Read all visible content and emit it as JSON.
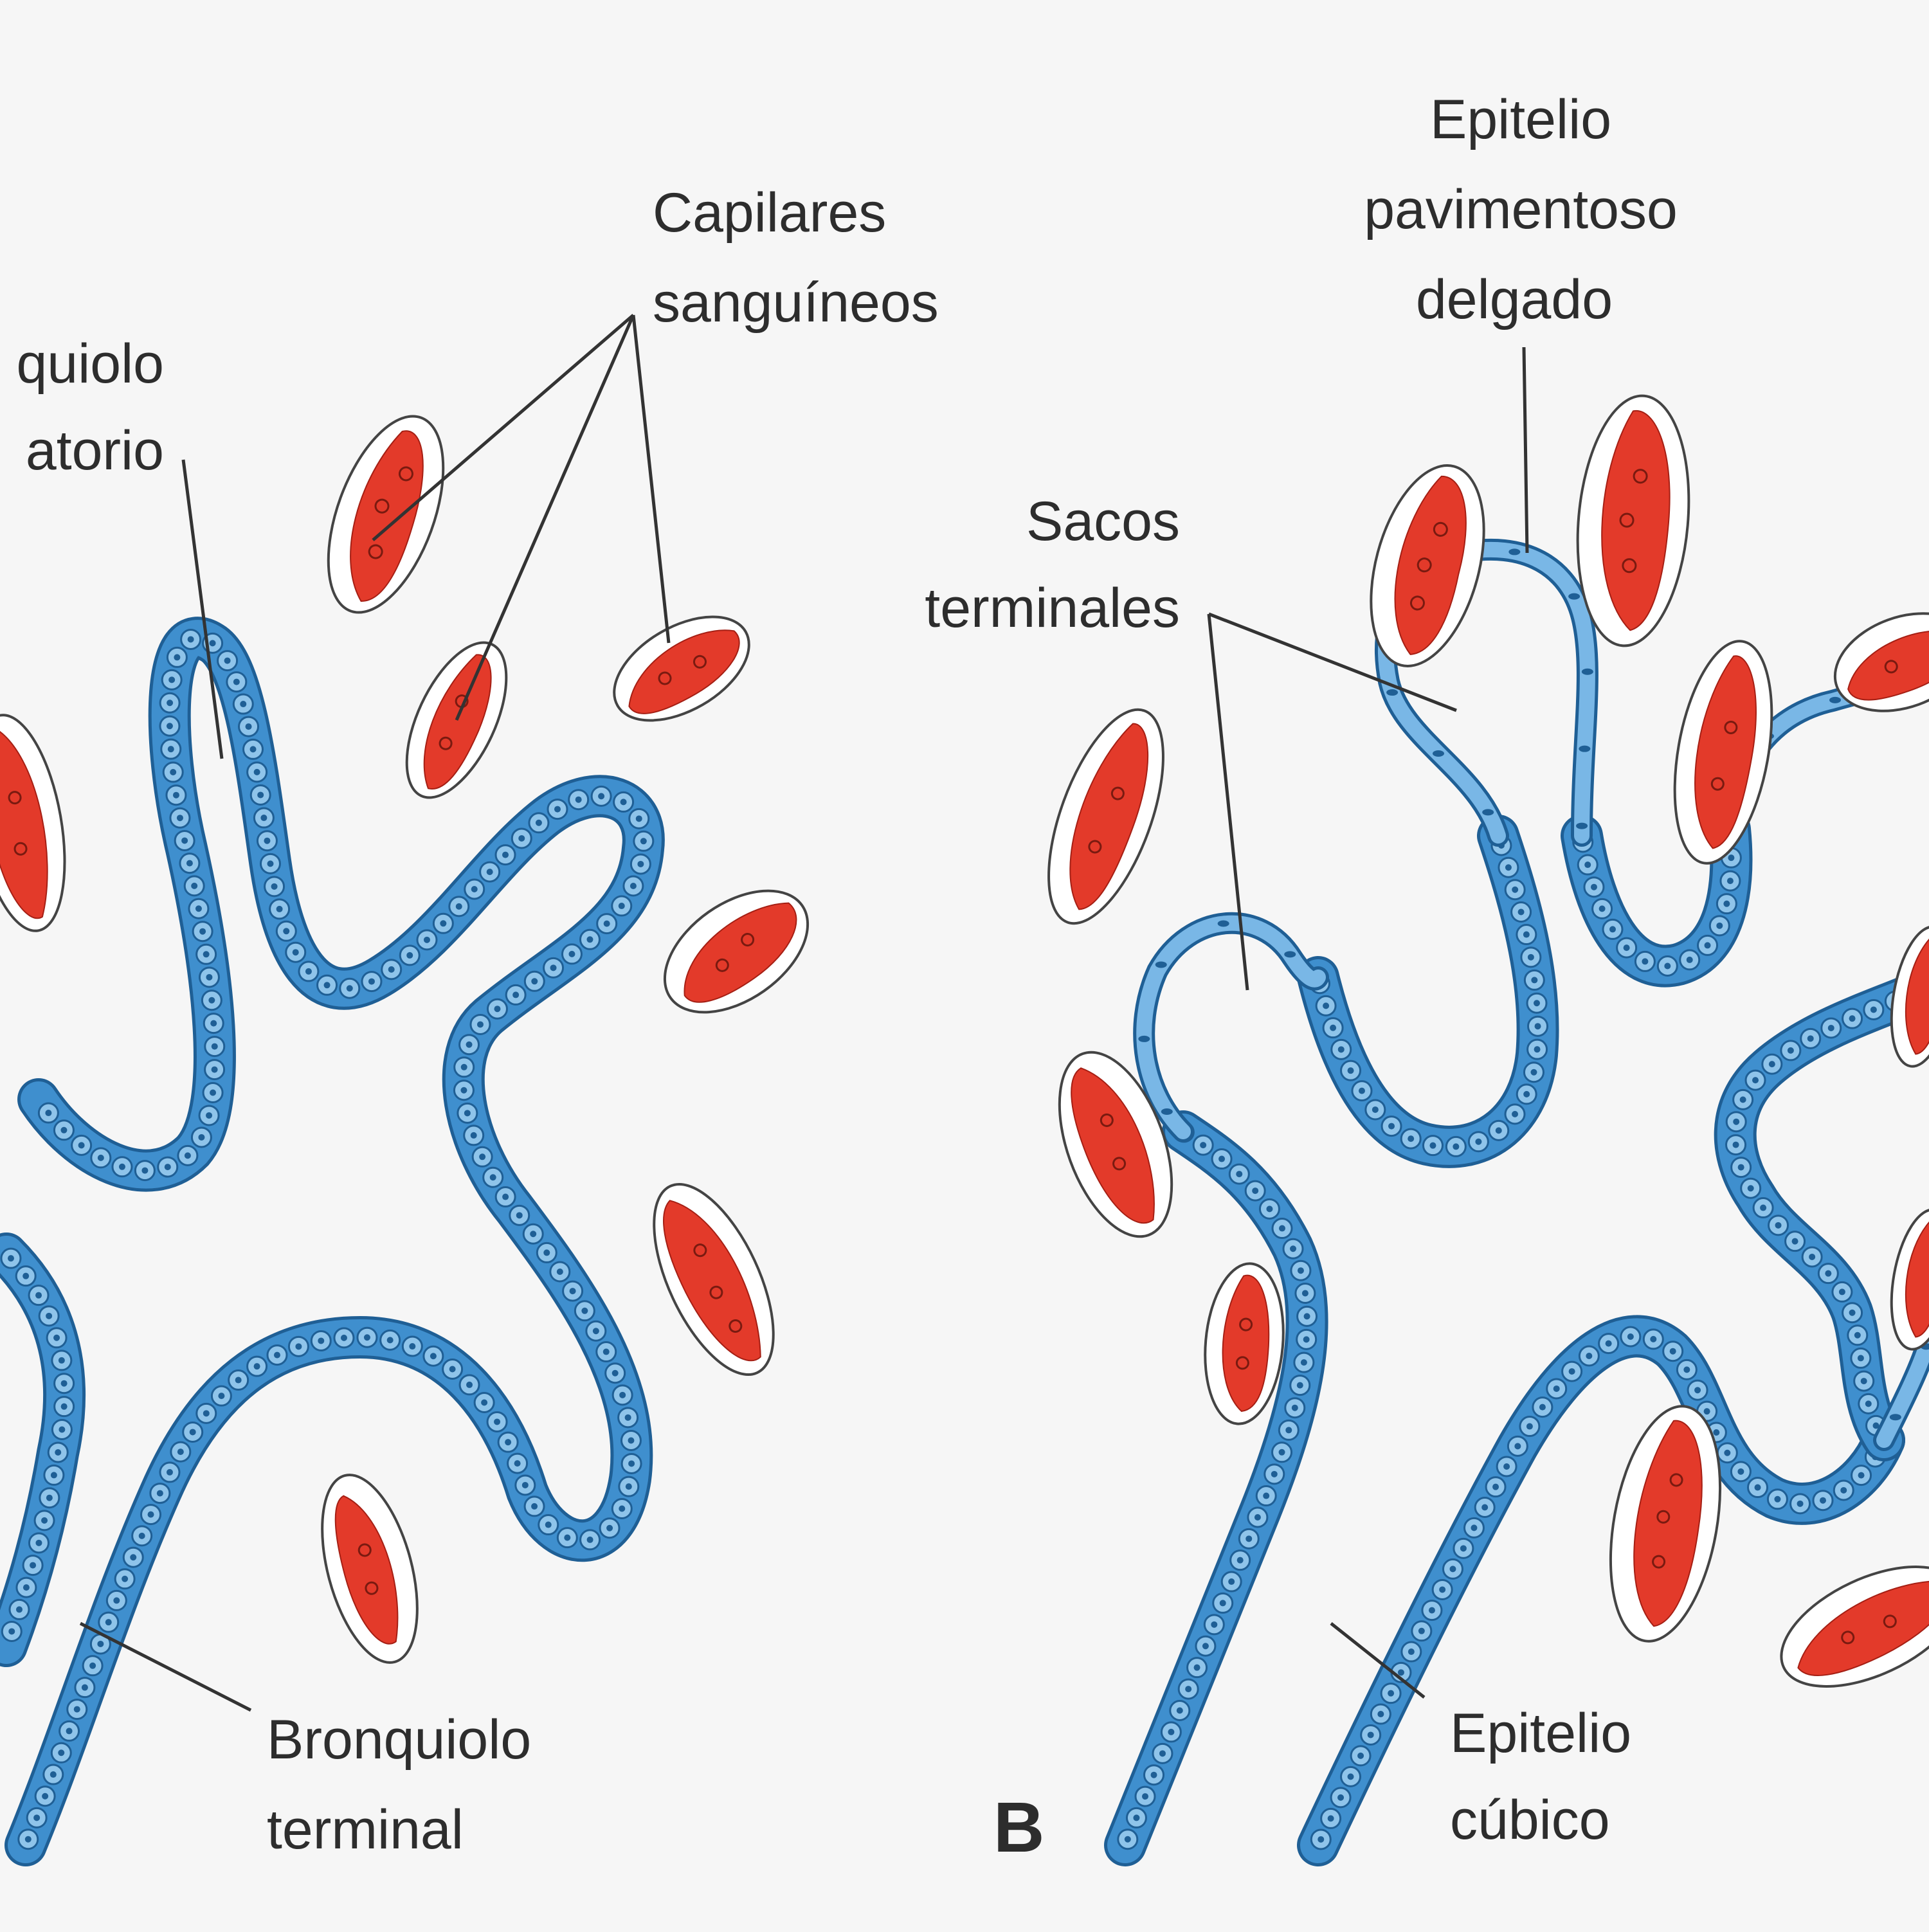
{
  "labels": {
    "bronquiolo_respiratorio": [
      "quiolo",
      "atorio"
    ],
    "capilares": [
      "Capilares",
      "sanguíneos"
    ],
    "bronquiolo_terminal": [
      "Bronquiolo",
      "terminal"
    ],
    "epitelio_pavimentoso": [
      "Epitelio",
      "pavimentoso",
      "delgado"
    ],
    "sacos_terminales": [
      "Sacos",
      "terminales"
    ],
    "epitelio_cubico": [
      "Epitelio",
      "cúbico"
    ],
    "panel_b": "B"
  },
  "colors": {
    "background": "#f6f6f6",
    "epithelium": "#3f8fce",
    "epithelium_stroke": "#1f5f95",
    "cell_fill": "#8fc4ea",
    "thin_epithelium": "#79b7e6",
    "capillary_blood": "#e33a2a",
    "capillary_wall": "#ffffff",
    "text": "#2d2d2d"
  }
}
